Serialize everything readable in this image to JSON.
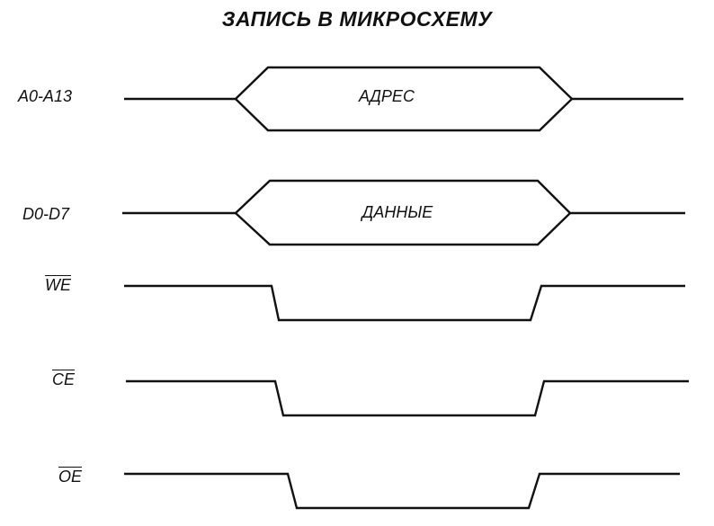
{
  "title": "ЗАПИСЬ В МИКРОСХЕМУ",
  "signals": [
    {
      "id": "addr",
      "label": "A0-A13",
      "overbar": false,
      "kind": "bus",
      "bus_label": "АДРЕС"
    },
    {
      "id": "data",
      "label": "D0-D7",
      "overbar": false,
      "kind": "bus",
      "bus_label": "ДАННЫЕ"
    },
    {
      "id": "we",
      "label": "WE",
      "overbar": true,
      "kind": "active-low"
    },
    {
      "id": "ce",
      "label": "CE",
      "overbar": true,
      "kind": "active-low"
    },
    {
      "id": "oe",
      "label": "OE",
      "overbar": true,
      "kind": "active-low"
    }
  ],
  "line_color": "#111111"
}
